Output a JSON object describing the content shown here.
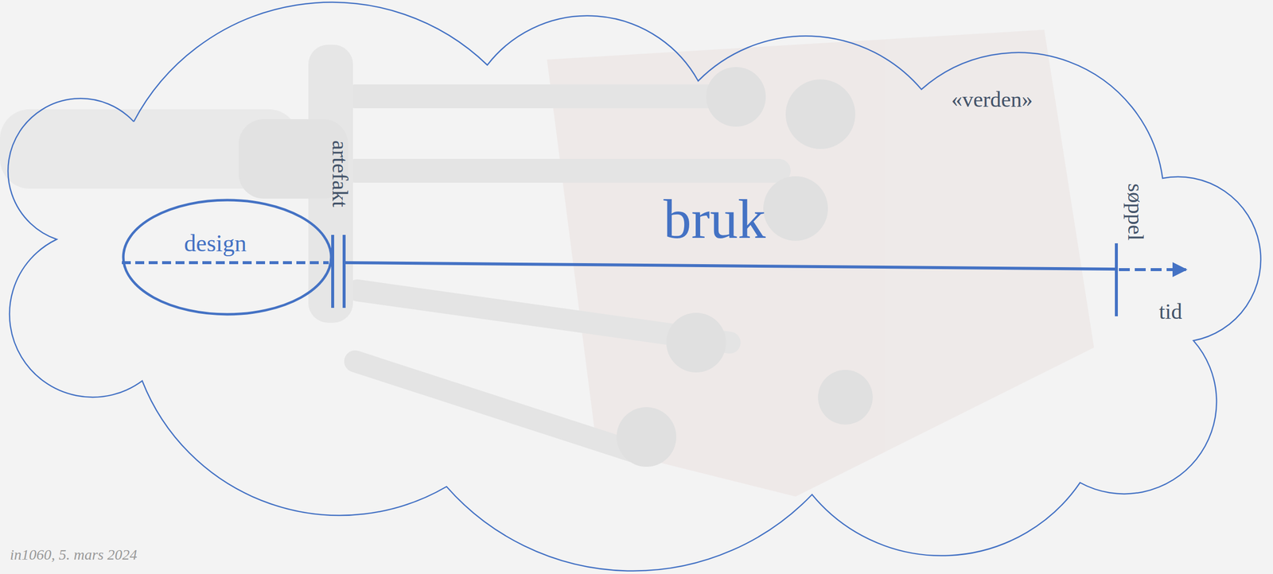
{
  "diagram": {
    "nodes": [
      {
        "text": [
          "«verden»"
        ]
      },
      {
        "text": [
          "design"
        ],
        "in": 0
      }
    ],
    "labels": [
      "artefakt",
      "bruk",
      "søppel",
      "tid",
      "in1060, 5. mars 2024"
    ]
  }
}
